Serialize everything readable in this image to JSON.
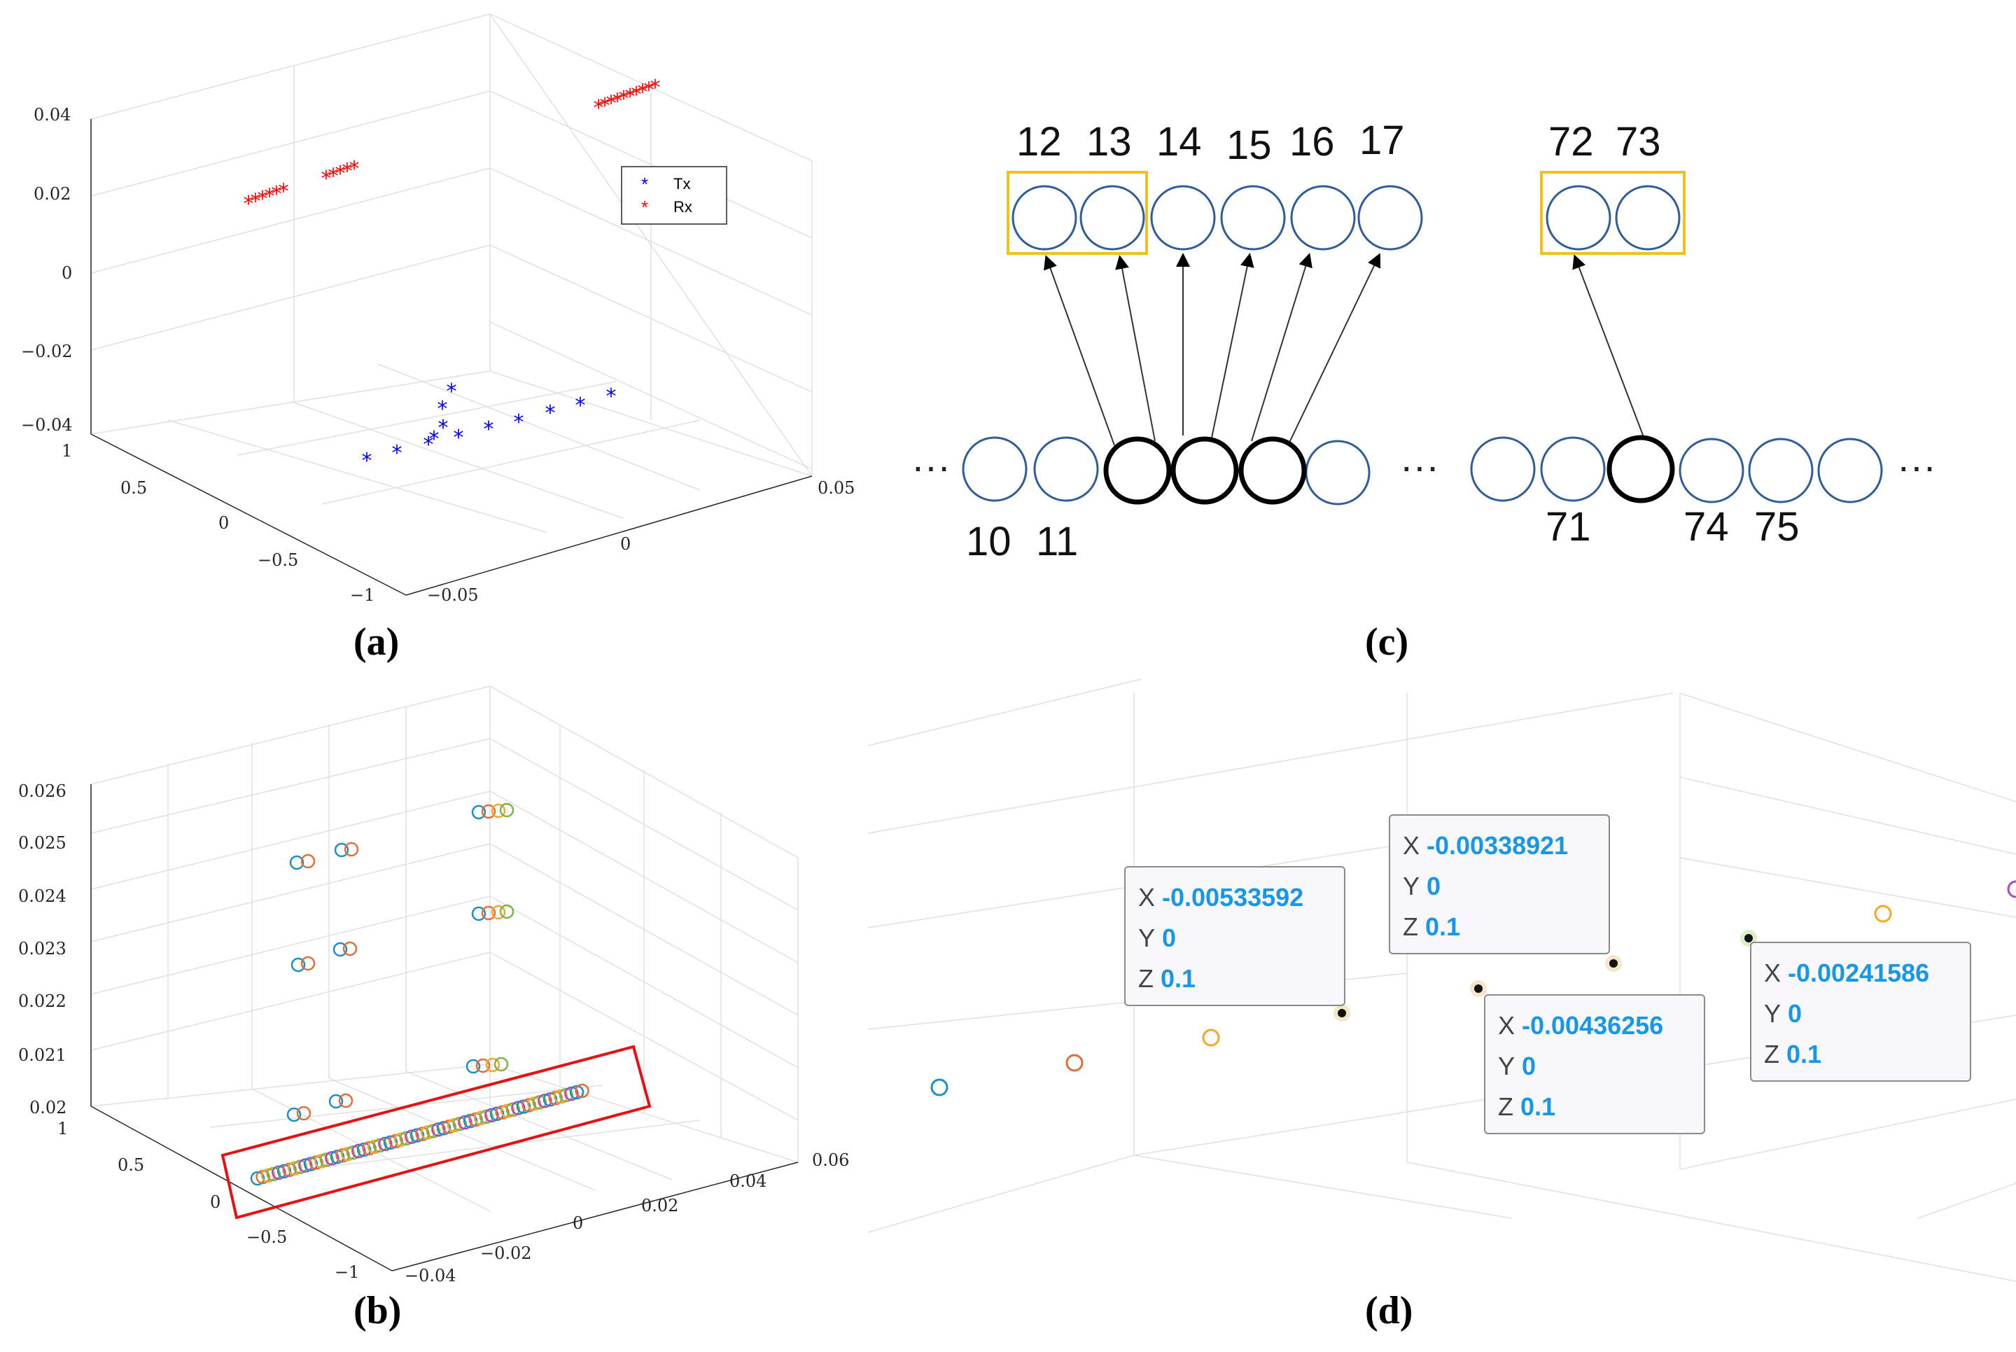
{
  "captions": {
    "a": "(a)",
    "b": "(b)",
    "c": "(c)",
    "d": "(d)"
  },
  "panel_a": {
    "z_ticks": [
      "0.04",
      "0.02",
      "0",
      "−0.02",
      "−0.04"
    ],
    "y_ticks": [
      "1",
      "0.5",
      "0",
      "−0.5",
      "−1"
    ],
    "x_ticks": [
      "−0.05",
      "0",
      "0.05"
    ],
    "legend": [
      {
        "label": "Tx",
        "color": "#0000ff"
      },
      {
        "label": "Rx",
        "color": "#ff0000"
      }
    ]
  },
  "panel_b": {
    "z_ticks": [
      "0.026",
      "0.025",
      "0.024",
      "0.023",
      "0.022",
      "0.021",
      "0.02"
    ],
    "y_ticks": [
      "1",
      "0.5",
      "0",
      "−0.5",
      "−1"
    ],
    "x_ticks": [
      "−0.04",
      "−0.02",
      "0",
      "0.02",
      "0.04",
      "0.06"
    ],
    "highlight_color": "#e81010"
  },
  "panel_c": {
    "top_labels": [
      "12",
      "13",
      "14",
      "15",
      "16",
      "17",
      "72",
      "73"
    ],
    "bottom_labels": [
      "10",
      "11",
      "71",
      "74",
      "75"
    ],
    "ellipsis": "···",
    "circle_color": "#2f5d9a",
    "box_color": "#f2c21b"
  },
  "panel_d": {
    "tooltips": [
      {
        "x_label": "X",
        "x": "-0.00533592",
        "y_label": "Y",
        "y": "0",
        "z_label": "Z",
        "z": "0.1"
      },
      {
        "x_label": "X",
        "x": "-0.00338921",
        "y_label": "Y",
        "y": "0",
        "z_label": "Z",
        "z": "0.1"
      },
      {
        "x_label": "X",
        "x": "-0.00436256",
        "y_label": "Y",
        "y": "0",
        "z_label": "Z",
        "z": "0.1"
      },
      {
        "x_label": "X",
        "x": "-0.00241586",
        "y_label": "Y",
        "y": "0",
        "z_label": "Z",
        "z": "0.1"
      }
    ],
    "value_color": "#1896e8"
  }
}
